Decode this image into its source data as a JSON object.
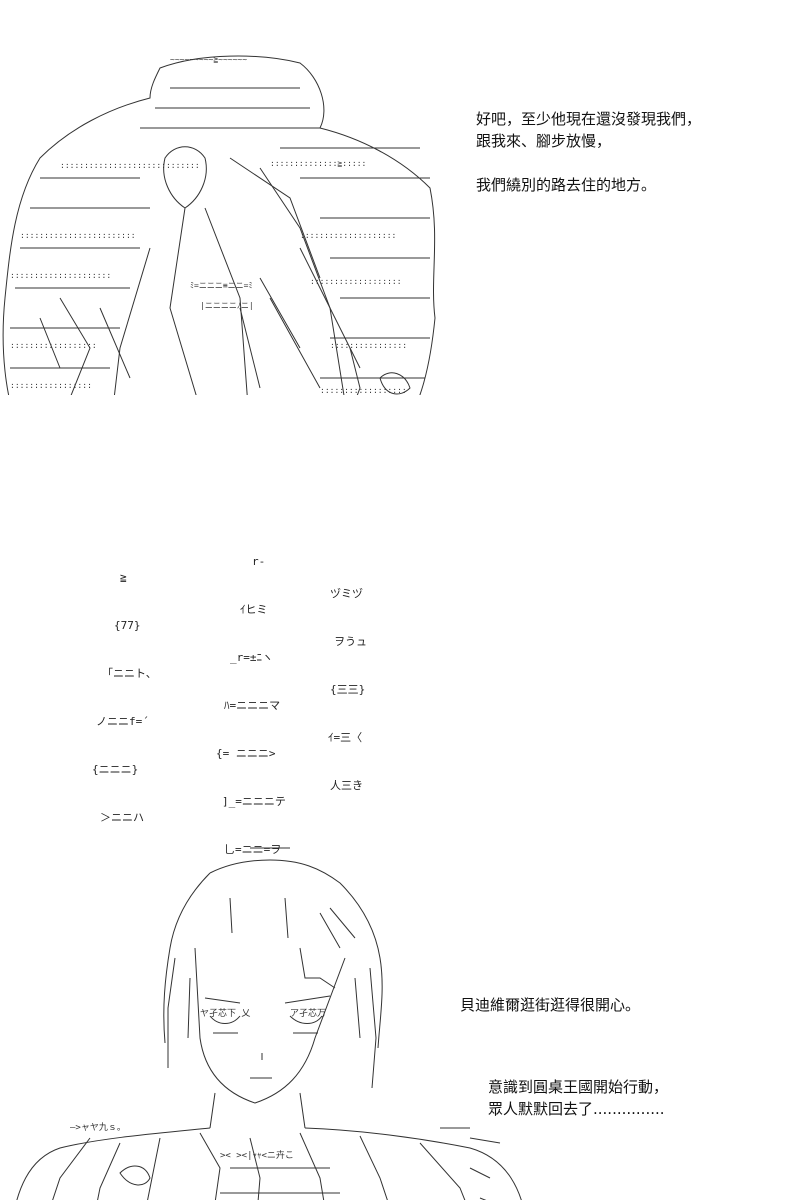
{
  "panels": [
    {
      "id": "panel-1",
      "dialog": [
        "好吧，至少他現在還沒發現我們，",
        "跟我來、腳步放慢，",
        "",
        "我們繞別的路去住的地方。"
      ]
    },
    {
      "id": "panel-2",
      "dialog": [
        "意識到圓桌王國開始行動，",
        "眾人默默回去了..............."
      ]
    },
    {
      "id": "panel-3",
      "dialog": [
        "貝迪維爾逛街逛得很開心。"
      ]
    }
  ],
  "art": {
    "crowd_left": [
      "≧",
      "{77}",
      "「ニニト、",
      "ノニニf=´",
      "{ニニニ}",
      "＞ニニハ"
    ],
    "crowd_center": [
      "r‐",
      "ｲヒミ",
      "_r=±ﾆヽ",
      "ﾊ=ニニニマ",
      "{= ニニニ>",
      "]_=ニニニテ",
      "乚=ニニ=ヲ"
    ],
    "crowd_right": [
      "ヅミヅ",
      "ヲうュ",
      "{三三}",
      "ｲ=三〈",
      "人三き"
    ],
    "colors": {
      "ink": "#222222",
      "background": "#ffffff"
    }
  }
}
